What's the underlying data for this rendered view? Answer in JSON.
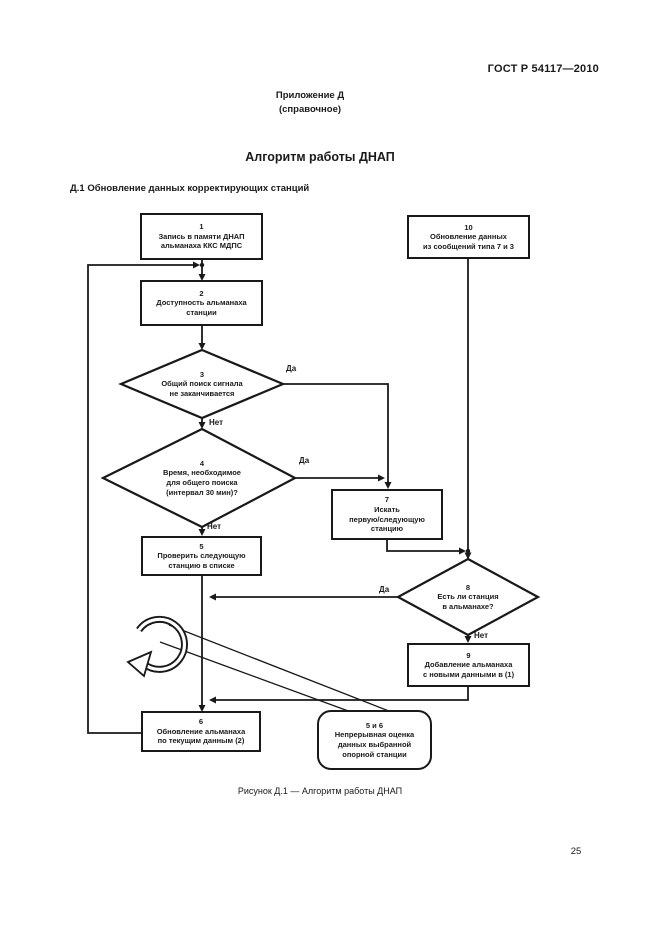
{
  "page": {
    "doc_code": "ГОСТ Р 54117—2010",
    "annex": "Приложение Д",
    "annex_note": "(справочное)",
    "title": "Алгоритм работы ДНАП",
    "section": "Д.1 Обновление данных корректирующих станций",
    "caption": "Рисунок Д.1 — Алгоритм работы ДНАП",
    "page_number": "25"
  },
  "colors": {
    "ink": "#191919",
    "paper": "#ffffff"
  },
  "flowchart": {
    "nodes": {
      "n1": "1\nЗапись в памяти ДНАП\nальманаха ККС МДПС",
      "n2": "2\nДоступность альманаха\nстанции",
      "n3": "3\nОбщий поиск сигнала\nне заканчивается",
      "n4": "4\nВремя, необходимое\nдля общего поиска\n(интервал 30 мин)?",
      "n5": "5\nПроверить следующую\nстанцию в списке",
      "n6": "6\nОбновление альманаха\nпо текущим данным (2)",
      "n7": "7\nИскать\nпервую/следующую\nстанцию",
      "n8": "8\nЕсть ли станция\nв альманахе?",
      "n9": "9\nДобавление альманаха\nс новыми данными в (1)",
      "n10": "10\nОбновление данных\nиз сообщений типа 7 и 3",
      "callout": "5 и 6\nНепрерывная оценка\nданных выбранной\nопорной станции"
    },
    "branch_labels": {
      "yes": "Да",
      "no": "Нет"
    }
  }
}
